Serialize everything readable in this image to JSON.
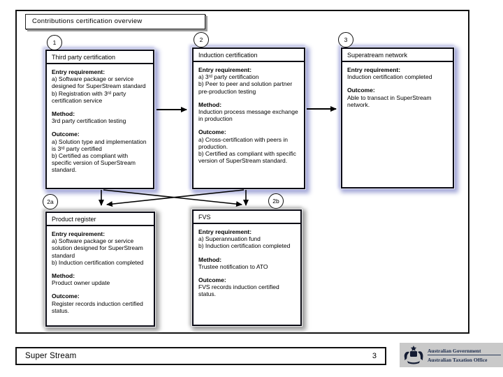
{
  "slide": {
    "title": "Contributions certification overview",
    "footer_label": "Super Stream",
    "page_number": "3"
  },
  "cards": [
    {
      "number": "1",
      "header": "Third party certification",
      "sections": [
        {
          "label": "Entry requirement:",
          "lines": [
            "a) Software package or service designed for SuperStream standard",
            "b) Registration with 3ʳᵈ party certification service"
          ]
        },
        {
          "label": "Method:",
          "lines": [
            "3rd party certification testing"
          ]
        },
        {
          "label": "Outcome:",
          "lines": [
            "a) Solution type and implementation is 3ʳᵈ party certified",
            "b) Certified as compliant with specific version of SuperStream standard."
          ]
        }
      ]
    },
    {
      "number": "2",
      "header": "Induction certification",
      "sections": [
        {
          "label": "Entry requirement:",
          "lines": [
            "a) 3ʳᵈ party certification",
            "b) Peer to peer and solution partner pre-production testing"
          ]
        },
        {
          "label": "Method:",
          "lines": [
            "Induction process message exchange in production"
          ]
        },
        {
          "label": "Outcome:",
          "lines": [
            "a) Cross-certification with peers in production.",
            "b) Certified as compliant with specific version of SuperStream standard."
          ]
        }
      ]
    },
    {
      "number": "3",
      "header": "Superatream network",
      "sections": [
        {
          "label": "Entry requirement:",
          "lines": [
            "Induction certification completed"
          ]
        },
        {
          "label": "Outcome:",
          "lines": [
            "Able to transact in SuperStream network."
          ]
        }
      ]
    },
    {
      "number": "2a",
      "header": "Product register",
      "sections": [
        {
          "label": "Entry requirement:",
          "lines": [
            "a) Software package or service solution designed for SuperStream standard",
            "b) Induction certification completed"
          ]
        },
        {
          "label": "Method:",
          "lines": [
            "Product owner update"
          ]
        },
        {
          "label": "Outcome:",
          "lines": [
            "Register records induction certified status."
          ]
        }
      ]
    },
    {
      "number": "2b",
      "header": "FVS",
      "sections": [
        {
          "label": "Entry requirement:",
          "lines": [
            "a) Superannuation fund",
            "b) Induction certification completed"
          ]
        },
        {
          "label": "Method:",
          "lines": [
            "Trustee notification to ATO"
          ]
        },
        {
          "label": "Outcome:",
          "lines": [
            "FVS records induction certified status."
          ]
        }
      ]
    }
  ],
  "logo": {
    "line1": "Australian Government",
    "line2": "Australian Taxation Office"
  },
  "colors": {
    "card_glow_blue": "#a4a8d8",
    "card_glow_gray": "#9e9e9e",
    "logo_bg": "#c9c9c9",
    "logo_text": "#1b2a4a",
    "connector": "#000000"
  }
}
